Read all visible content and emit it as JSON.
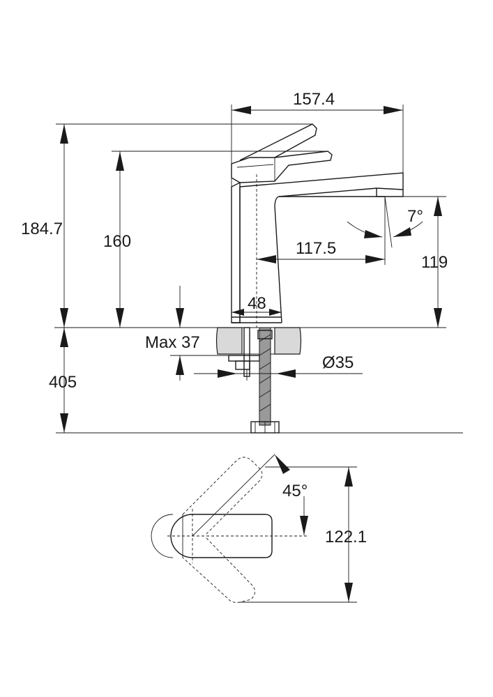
{
  "dimensions": {
    "total_height": "184.7",
    "spout_height": "160",
    "width_total": "157.4",
    "spout_reach": "117.5",
    "spout_angle": "7°",
    "outlet_height": "119",
    "base_diameter": "48",
    "max_counter_thickness": "Max 37",
    "hole_diameter": "Ø35",
    "hose_length": "405",
    "handle_rotation": "45°",
    "top_view_length": "122.1"
  },
  "colors": {
    "line": "#1a1a1a",
    "counter_fill": "#d9d9d9",
    "background": "#ffffff"
  }
}
